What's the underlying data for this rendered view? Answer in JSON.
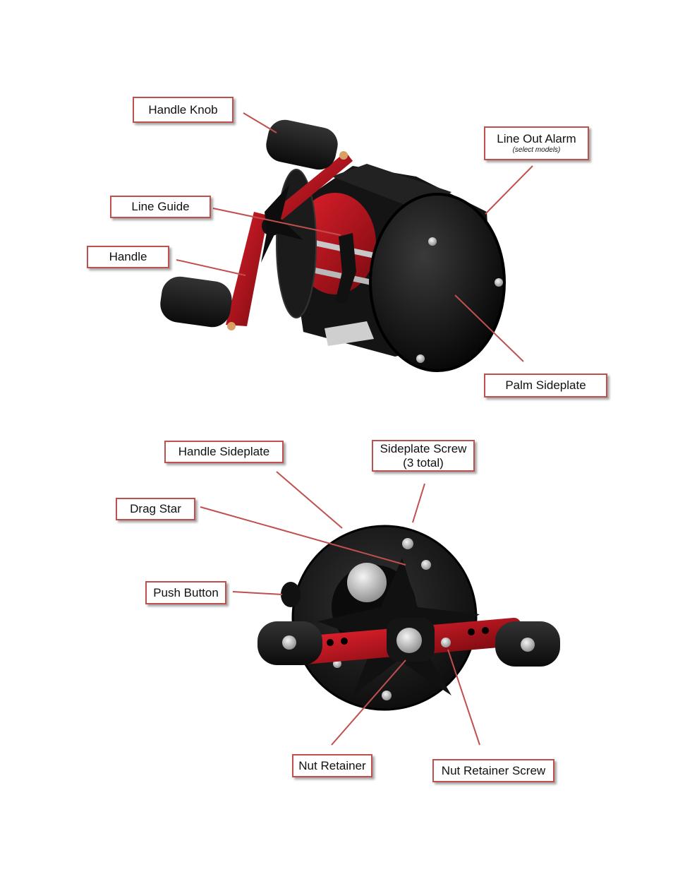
{
  "labels": {
    "handle_knob": "Handle Knob",
    "line_out_alarm": "Line Out Alarm",
    "line_out_alarm_note": "(select models)",
    "line_guide": "Line Guide",
    "handle": "Handle",
    "palm_sideplate": "Palm Sideplate",
    "handle_sideplate": "Handle Sideplate",
    "sideplate_screw": "Sideplate Screw",
    "sideplate_screw_note": "(3 total)",
    "drag_star": "Drag Star",
    "push_button": "Push Button",
    "nut_retainer": "Nut Retainer",
    "nut_retainer_screw": "Nut Retainer Screw"
  },
  "colors": {
    "label_border": "#c0504d",
    "leader_line": "#c0504d",
    "reel_body": "#1a1a1a",
    "reel_accent": "#b3121d"
  }
}
